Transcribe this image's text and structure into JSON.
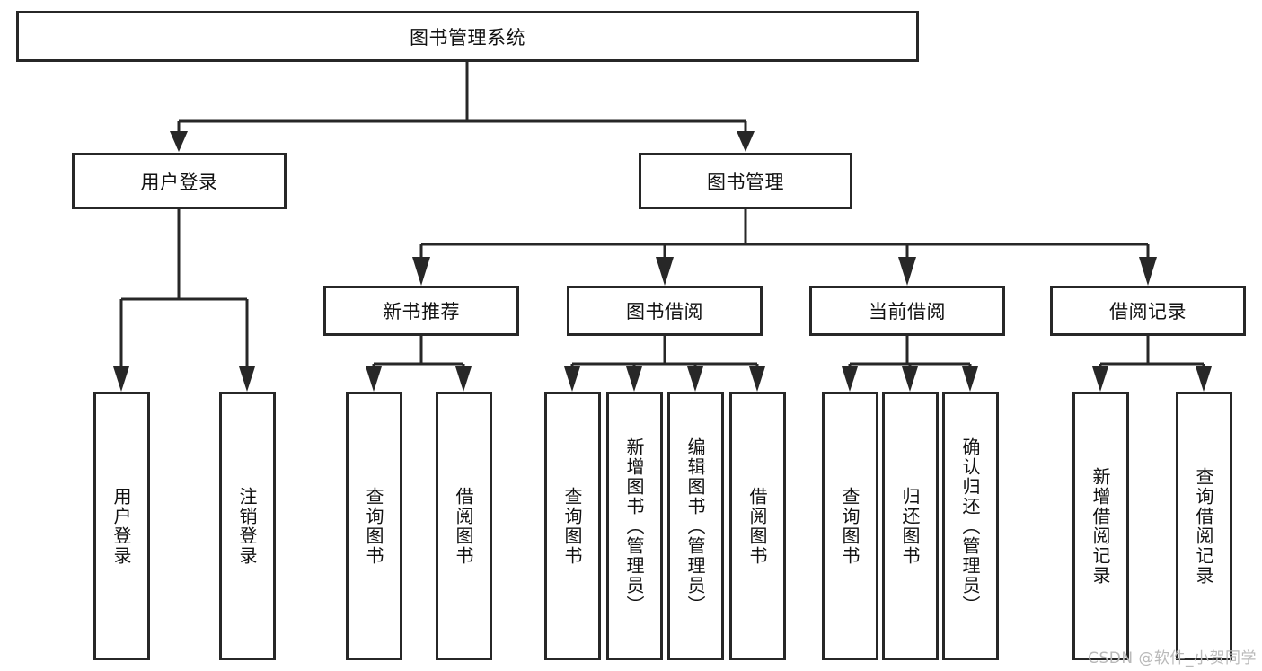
{
  "diagram": {
    "title": "图书管理系统",
    "watermark": "CSDN @软件_小贺同学",
    "root": {
      "label": "图书管理系统"
    },
    "level2": [
      {
        "label": "用户登录"
      },
      {
        "label": "图书管理"
      }
    ],
    "level3": [
      {
        "label": "新书推荐"
      },
      {
        "label": "图书借阅"
      },
      {
        "label": "当前借阅"
      },
      {
        "label": "借阅记录"
      }
    ],
    "leaves": {
      "user_login": [
        {
          "label": "用户登录"
        },
        {
          "label": "注销登录"
        }
      ],
      "new_book_recommend": [
        {
          "label": "查询图书"
        },
        {
          "label": "借阅图书"
        }
      ],
      "book_borrow": [
        {
          "label": "查询图书"
        },
        {
          "label": "新增图书（管理员）"
        },
        {
          "label": "编辑图书（管理员）"
        },
        {
          "label": "借阅图书"
        }
      ],
      "current_borrow": [
        {
          "label": "查询图书"
        },
        {
          "label": "归还图书"
        },
        {
          "label": "确认归还（管理员）"
        }
      ],
      "borrow_record": [
        {
          "label": "新增借阅记录"
        },
        {
          "label": "查询借阅记录"
        }
      ]
    }
  },
  "colors": {
    "stroke": "#272727",
    "fill": "#ffffff",
    "text": "#111111",
    "watermark": "#b9b9b9"
  }
}
